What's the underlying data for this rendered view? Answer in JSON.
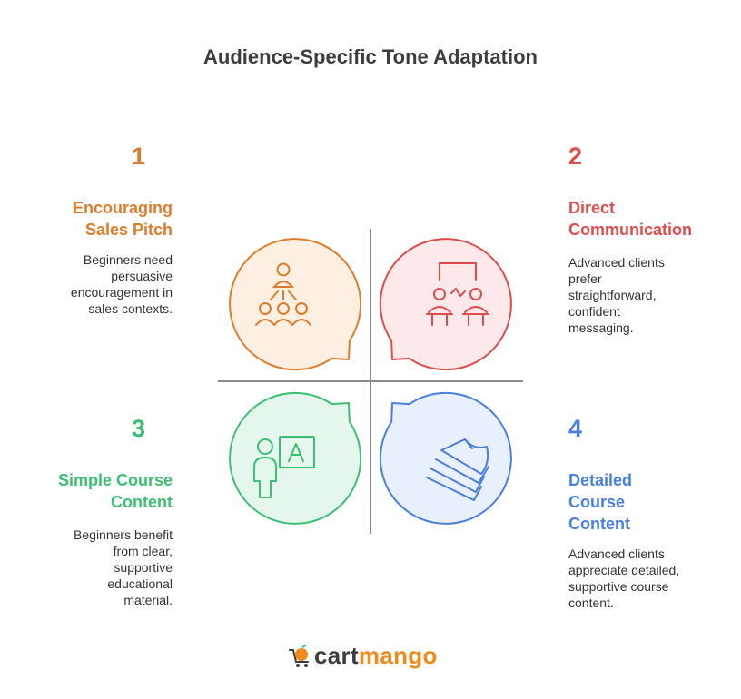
{
  "title": "Audience-Specific Tone Adaptation",
  "colors": {
    "q1": "#e07b2a",
    "q2": "#e04b4b",
    "q3": "#3cbf73",
    "q4": "#4a7fe0",
    "divider": "#8a8a8a"
  },
  "quadrants": [
    {
      "number": "1",
      "heading_lines": [
        "Encouraging",
        "Sales Pitch"
      ],
      "description_lines": [
        "Beginners need",
        "persuasive",
        "encouragement in",
        "sales contexts."
      ],
      "icon": "group-presentation-icon"
    },
    {
      "number": "2",
      "heading_lines": [
        "Direct",
        "Communication"
      ],
      "description_lines": [
        "Advanced clients",
        "prefer",
        "straightforward,",
        "confident",
        "messaging."
      ],
      "icon": "two-people-communicating-icon"
    },
    {
      "number": "3",
      "heading_lines": [
        "Simple Course",
        "Content"
      ],
      "description_lines": [
        "Beginners benefit",
        "from clear,",
        "supportive",
        "educational",
        "material."
      ],
      "icon": "teacher-board-icon"
    },
    {
      "number": "4",
      "heading_lines": [
        "Detailed",
        "Course",
        "Content"
      ],
      "description_lines": [
        "Advanced clients",
        "appreciate detailed,",
        "supportive course",
        "content."
      ],
      "icon": "papers-stack-icon"
    }
  ],
  "logo": {
    "word1": "cart",
    "word2": "mango",
    "icon": "mango-cart-icon"
  }
}
